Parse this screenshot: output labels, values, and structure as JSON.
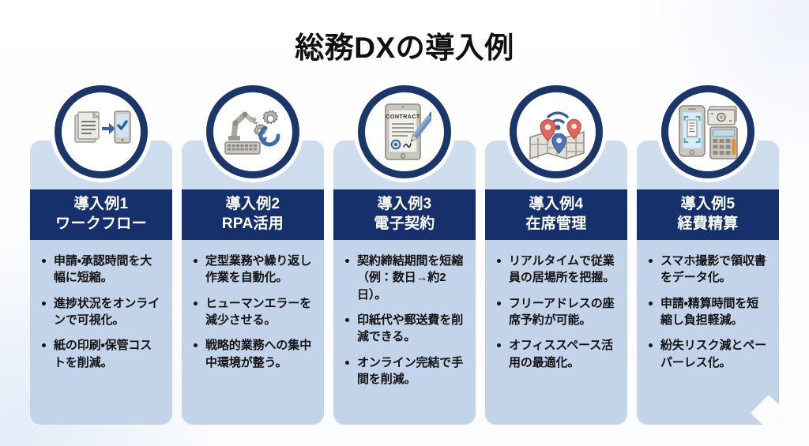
{
  "title": "総務DXの導入例",
  "theme": {
    "navy": "#16306b",
    "ring_navy": "#1b3668",
    "card_light": "#c3d4ea",
    "card_light_top": "#cedeef",
    "page_bg": "#ffffff",
    "text": "#131313",
    "header_text": "#ffffff"
  },
  "cards": [
    {
      "icon": "document-to-tablet-approval-icon",
      "header_line1": "導入例1",
      "header_line2": "ワークフロー",
      "bullets": [
        "申請・承認時間を大幅に短縮。",
        "進捗状況をオンラインで可視化。",
        "紙の印刷・保管コストを削減。"
      ]
    },
    {
      "icon": "robot-arm-gears-keyboard-icon",
      "header_line1": "導入例2",
      "header_line2": "RPA活用",
      "bullets": [
        "定型業務や繰り返し作業を自動化。",
        "ヒューマンエラーを減少させる。",
        "戦略的業務への集中中環境が整う。"
      ]
    },
    {
      "icon": "contract-tablet-pen-icon",
      "header_line1": "導入例3",
      "header_line2": "電子契約",
      "bullets": [
        "契約締結期間を短縮（例：数日→約2日）。",
        "印紙代や郵送費を削減できる。",
        "オンライン完結で手間を削減。"
      ]
    },
    {
      "icon": "map-location-pins-wifi-icon",
      "header_line1": "導入例4",
      "header_line2": "在席管理",
      "bullets": [
        "リアルタイムで従業員の居場所を把握。",
        "フリーアドレスの座席予約が可能。",
        "オフィススペース活用の最適化。"
      ]
    },
    {
      "icon": "smartphone-receipt-cash-calculator-icon",
      "header_line1": "導入例5",
      "header_line2": "経費精算",
      "bullets": [
        "スマホ撮影で領収書をデータ化。",
        "申請・精算時間を短縮し負担軽減。",
        "紛失リスク減とペーパーレス化。"
      ]
    }
  ],
  "decoration": {
    "diamond": "diamond-sparkle-shape"
  }
}
